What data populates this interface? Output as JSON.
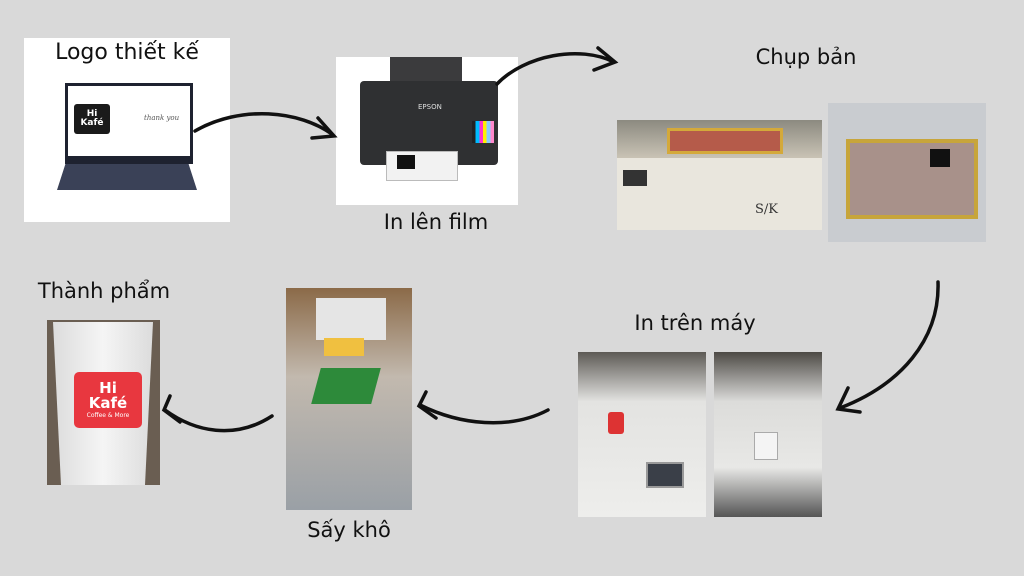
{
  "steps": {
    "design": {
      "label": "Logo thiết kế"
    },
    "film": {
      "label": "In lên film",
      "printer_brand": "EPSON"
    },
    "expose": {
      "label": "Chụp bản",
      "machine_brand": "S/K"
    },
    "print": {
      "label": "In trên máy"
    },
    "dry": {
      "label": "Sấy khô"
    },
    "finished": {
      "label": "Thành phẩm"
    }
  },
  "logo": {
    "line1": "Hi",
    "line2": "Kafé",
    "tagline": "Coffee & More",
    "note": "thank you"
  },
  "colors": {
    "background": "#d9d9d9",
    "brand_red": "#e8373f",
    "arrow": "#111111"
  }
}
